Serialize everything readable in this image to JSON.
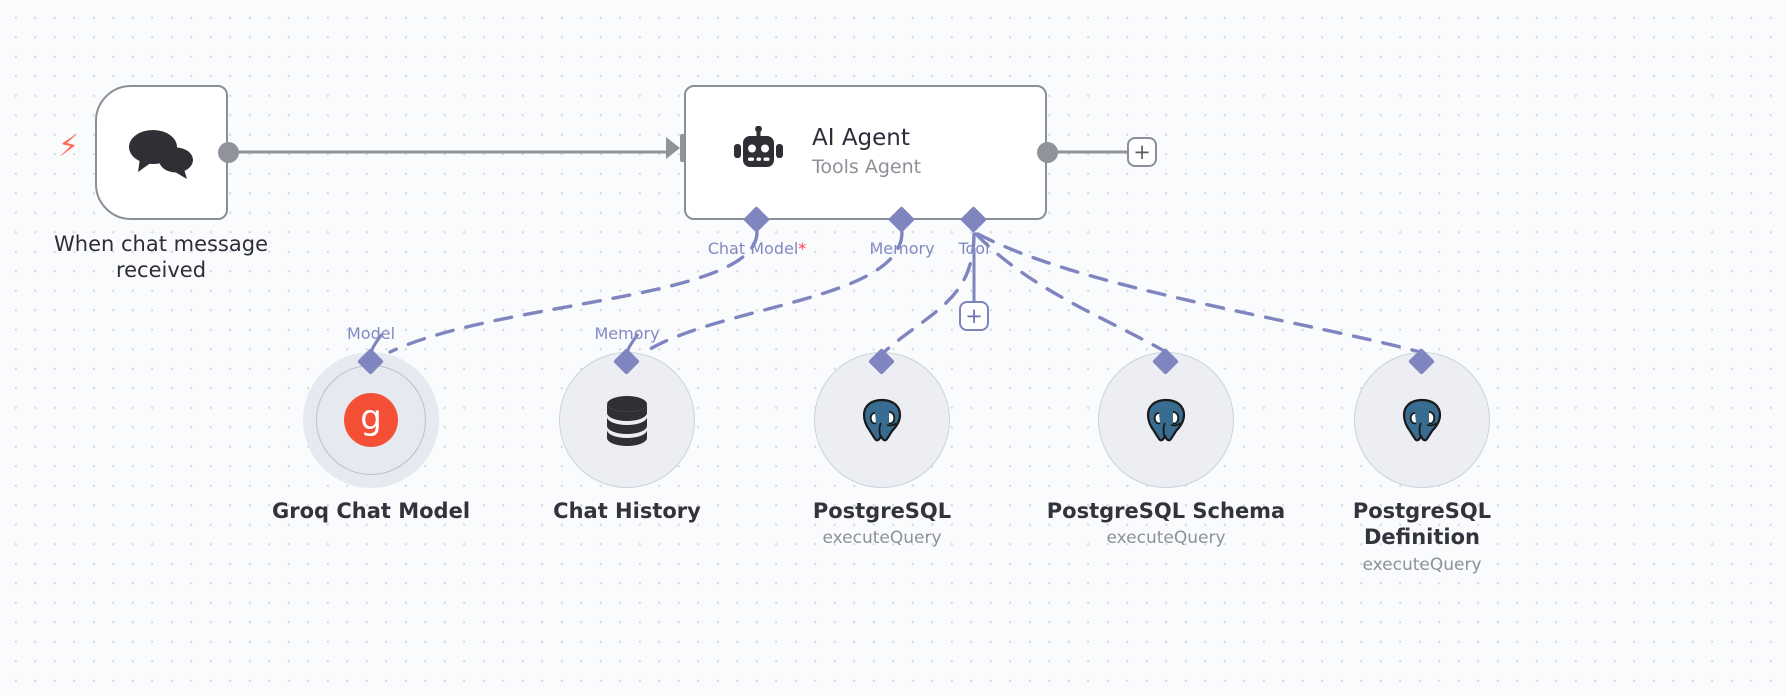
{
  "canvas": {
    "background_color": "#fafbfc",
    "grid_dot_color": "#d8dce3",
    "accent_purple": "#7f85bf",
    "trigger_bolt_color": "#ff6d5a",
    "required_marker_color": "#ff3b58"
  },
  "trigger_node": {
    "title": "When chat message received",
    "icon": "chat-bubbles-icon",
    "bolt_icon": "lightning-bolt-icon"
  },
  "agent_node": {
    "title": "AI Agent",
    "subtitle": "Tools Agent",
    "icon": "robot-icon",
    "add_node_label": "+"
  },
  "agent_ports": [
    {
      "label": "Chat Model",
      "required": true,
      "required_mark": "*"
    },
    {
      "label": "Memory",
      "required": false,
      "required_mark": ""
    },
    {
      "label": "Tool",
      "required": false,
      "required_mark": ""
    }
  ],
  "tool_add_button": {
    "label": "+"
  },
  "sub_nodes": [
    {
      "title": "Groq Chat Model",
      "subtitle": "",
      "port_label": "Model",
      "icon": "groq-icon",
      "icon_glyph": "g"
    },
    {
      "title": "Chat History",
      "subtitle": "",
      "port_label": "Memory",
      "icon": "database-icon",
      "icon_glyph": ""
    },
    {
      "title": "PostgreSQL",
      "subtitle": "executeQuery",
      "port_label": "",
      "icon": "postgresql-elephant-icon",
      "icon_glyph": ""
    },
    {
      "title": "PostgreSQL Schema",
      "subtitle": "executeQuery",
      "port_label": "",
      "icon": "postgresql-elephant-icon",
      "icon_glyph": ""
    },
    {
      "title": "PostgreSQL Definition",
      "subtitle": "executeQuery",
      "port_label": "",
      "icon": "postgresql-elephant-icon",
      "icon_glyph": ""
    }
  ]
}
